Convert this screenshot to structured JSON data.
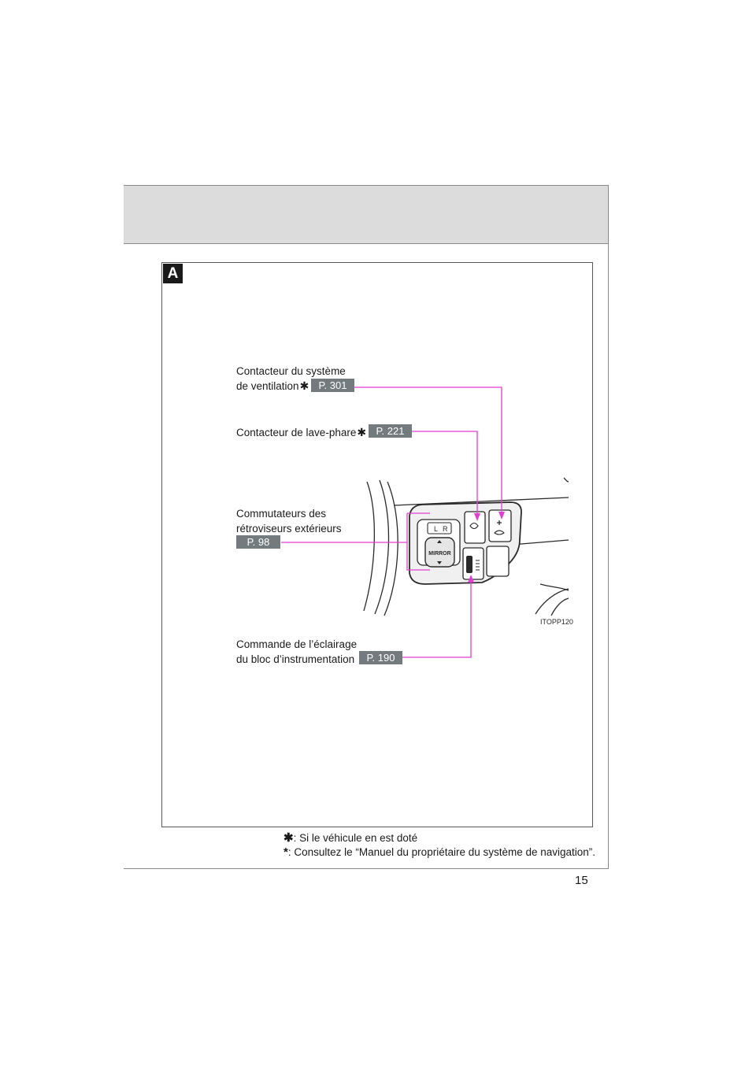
{
  "section_tab": "A",
  "callouts": {
    "ventilation_line1": "Contacteur du système",
    "ventilation_line2": "de ventilation",
    "ventilation_page": "P. 301",
    "headlamp_line1": "Contacteur de lave-phare",
    "headlamp_page": "P. 221",
    "mirror_line1": "Commutateurs des",
    "mirror_line2": "rétroviseurs extérieurs",
    "mirror_page": "P. 98",
    "dimmer_line1": "Commande de l’éclairage",
    "dimmer_line2": "du bloc d’instrumentation",
    "dimmer_page": "P. 190"
  },
  "star_symbol": "✱",
  "illustration": {
    "code": "ITOPP120",
    "mirror_button_text": "MIRROR",
    "mirror_left": "L",
    "mirror_right": "R"
  },
  "footnotes": {
    "note1_star": "✱",
    "note1": ": Si le véhicule en est doté",
    "note2_star": "*",
    "note2": ": Consultez le “Manuel du propriétaire du système de navigation”."
  },
  "page_number": "15",
  "colors": {
    "callout_line": "#e03fd0",
    "page_ref_bg": "#737b7f"
  }
}
